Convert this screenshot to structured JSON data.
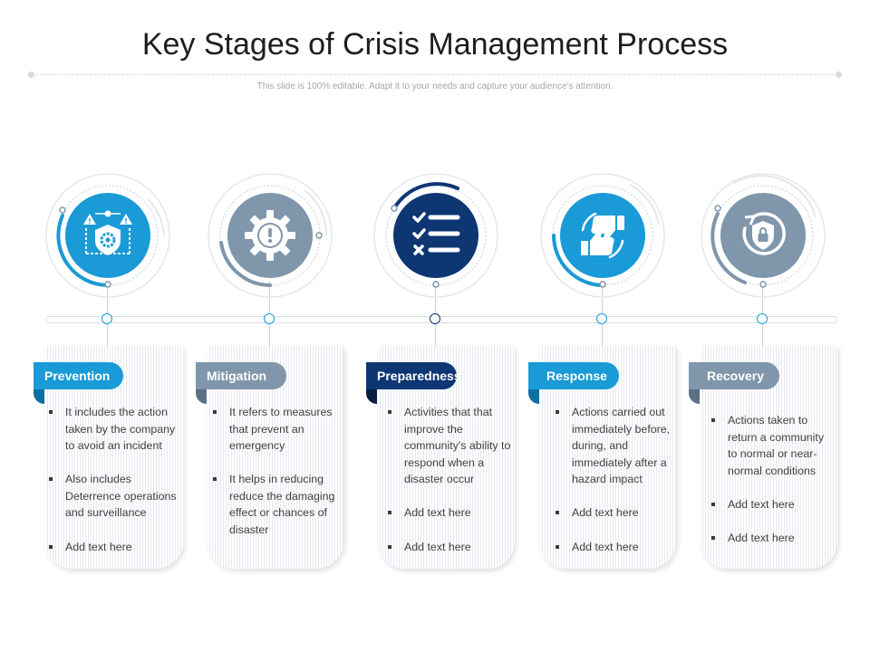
{
  "title": "Key Stages of Crisis Management Process",
  "subtitle": "This slide is 100% editable. Adapt it to your needs and capture your audience's attention.",
  "colors": {
    "light_blue": "#1a9ad6",
    "gray_blue": "#7f96ab",
    "navy": "#0d3673",
    "line": "#d6dde3"
  },
  "stages": [
    {
      "label": "Prevention",
      "icon": "warning-shield-gear-icon",
      "color": "#1a9ad6",
      "bullets": [
        "It includes the action taken by the company to avoid an incident",
        "Also includes Deterrence operations and surveillance",
        "Add text here"
      ]
    },
    {
      "label": "Mitigation",
      "icon": "gear-alert-icon",
      "color": "#7f96ab",
      "bullets": [
        "It refers to measures that prevent an emergency",
        "It helps in reducing reduce the damaging effect or chances of disaster"
      ]
    },
    {
      "label": "Preparedness",
      "icon": "checklist-icon",
      "color": "#0d3673",
      "bullets": [
        "Activities that that improve the community's ability to respond when a disaster occur",
        "Add text here",
        "Add text here"
      ]
    },
    {
      "label": "Response",
      "icon": "thumbs-up-down-icon",
      "color": "#1a9ad6",
      "bullets": [
        "Actions carried out immediately before, during, and immediately after a hazard impact",
        "Add text here",
        "Add text here"
      ]
    },
    {
      "label": "Recovery",
      "icon": "shield-lock-refresh-icon",
      "color": "#7f96ab",
      "bullets": [
        "Actions taken to return a community to normal or near-normal conditions",
        "Add text here",
        "Add text here"
      ]
    }
  ]
}
